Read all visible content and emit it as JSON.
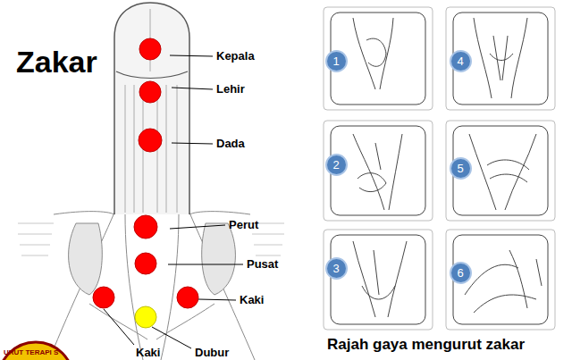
{
  "diagram": {
    "title": "Zakar",
    "caption": "Rajah gaya mengurut zakar",
    "nodes": [
      {
        "text": [
          "1"
        ]
      },
      {
        "text": [
          "4"
        ]
      },
      {
        "text": [
          "2"
        ]
      },
      {
        "text": [
          "5"
        ]
      },
      {
        "text": [
          "3"
        ]
      },
      {
        "text": [
          "6"
        ]
      }
    ],
    "labels": [
      "Kepala",
      "Lehir",
      "Dada",
      "Perut",
      "Pusat",
      "Kaki",
      "Kaki",
      "Dubur",
      "URUT TERAPI S"
    ]
  }
}
